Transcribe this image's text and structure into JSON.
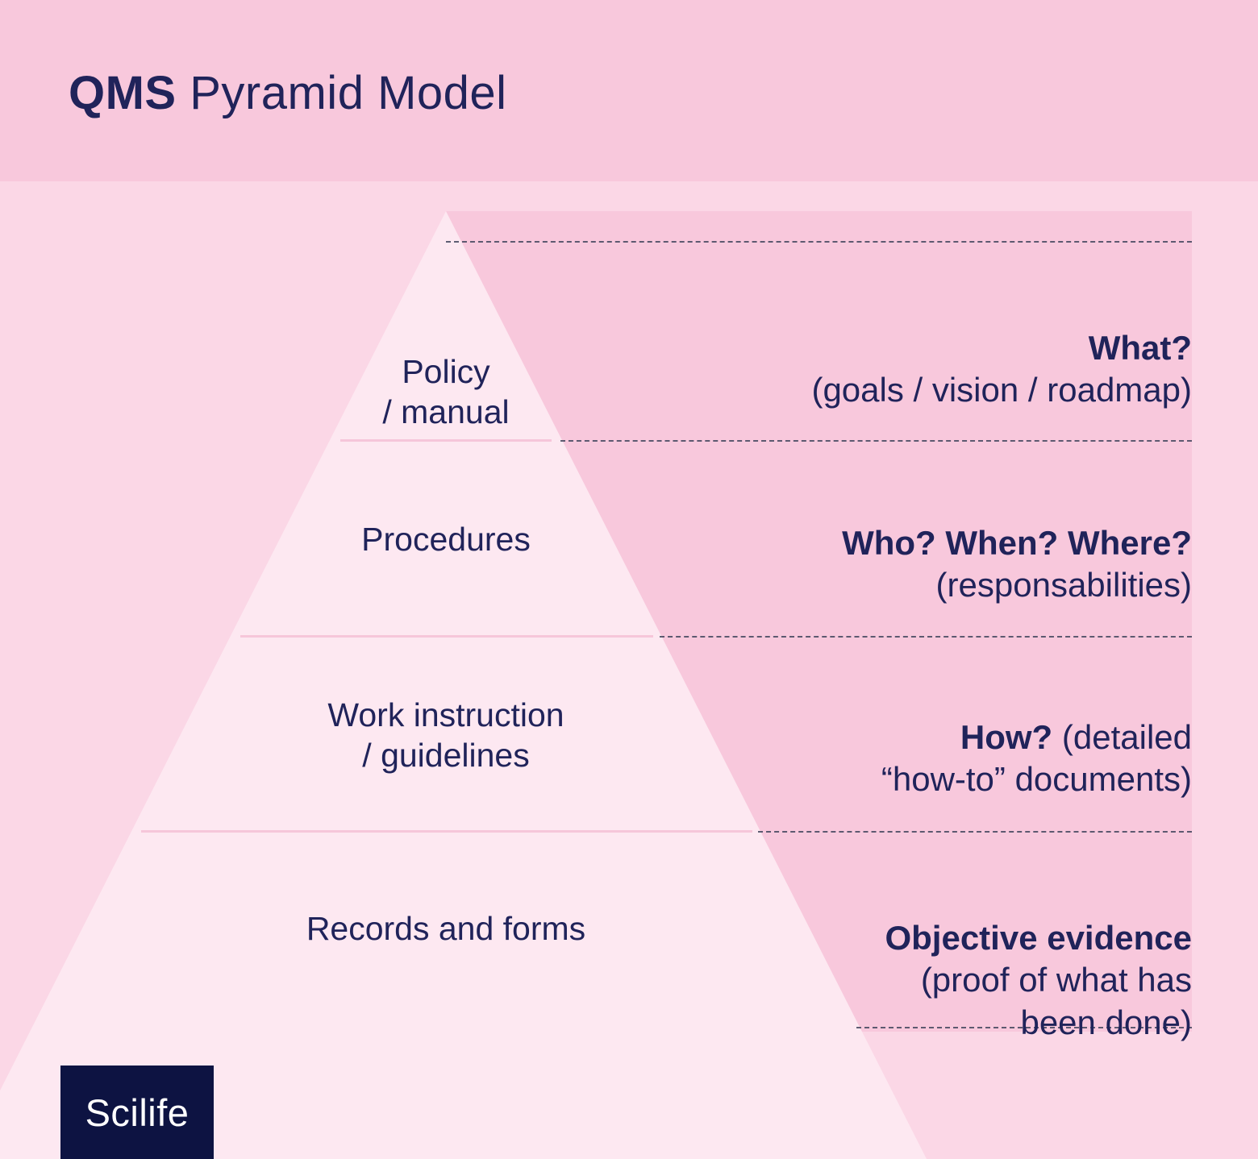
{
  "header": {
    "title_bold": "QMS",
    "title_rest": " Pyramid Model"
  },
  "pyramid": {
    "levels": [
      {
        "label": "Policy\n/ manual"
      },
      {
        "label": "Procedures"
      },
      {
        "label": "Work instruction\n/ guidelines"
      },
      {
        "label": "Records and forms"
      }
    ]
  },
  "annotations": [
    {
      "bold": "What?",
      "rest": "\n(goals / vision / roadmap)"
    },
    {
      "bold": "Who? When? Where?",
      "rest": "\n(responsabilities)"
    },
    {
      "bold": "How?",
      "rest": " (detailed\n“how-to” documents)"
    },
    {
      "bold": "Objective evidence",
      "rest": "\n(proof of what has\nbeen done)"
    }
  ],
  "logo": {
    "text": "Scilife"
  },
  "colors": {
    "header_band": "#f8c8dc",
    "body_background": "#fbd7e6",
    "annotation_panel": "#f8c8dc",
    "pyramid_fill": "#fde8f1",
    "text_navy": "#20235a",
    "logo_background": "#0d1342",
    "logo_text": "#ffffff"
  }
}
